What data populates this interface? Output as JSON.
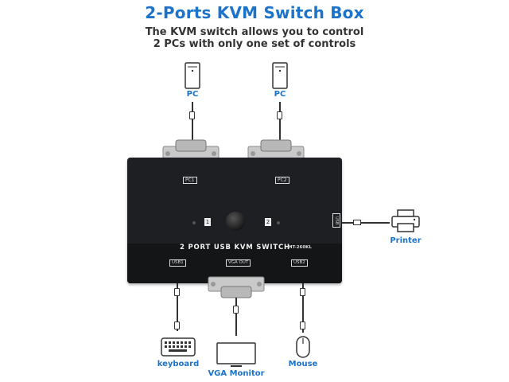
{
  "header": {
    "title": "2-Ports KVM Switch Box",
    "subtitle_line1": "The KVM switch allows you to control",
    "subtitle_line2": "2 PCs with only one set of controls"
  },
  "devices": {
    "pc1_label": "PC",
    "pc2_label": "PC",
    "printer_label": "Printer",
    "keyboard_label": "keyboard",
    "monitor_label": "VGA Monitor",
    "mouse_label": "Mouse"
  },
  "switch_box": {
    "top_port_1": "PC1",
    "top_port_2": "PC2",
    "button_1": "1",
    "button_2": "2",
    "side_port": "USB",
    "front_label": "2 PORT USB KVM SWITCH",
    "model": "MT-260KL",
    "bottom_port_1": "USB1",
    "bottom_port_vga": "VGA OUT",
    "bottom_port_2": "USB2"
  },
  "colors": {
    "accent": "#1c73c9",
    "box": "#1e1f22",
    "text_dark": "#333333"
  }
}
